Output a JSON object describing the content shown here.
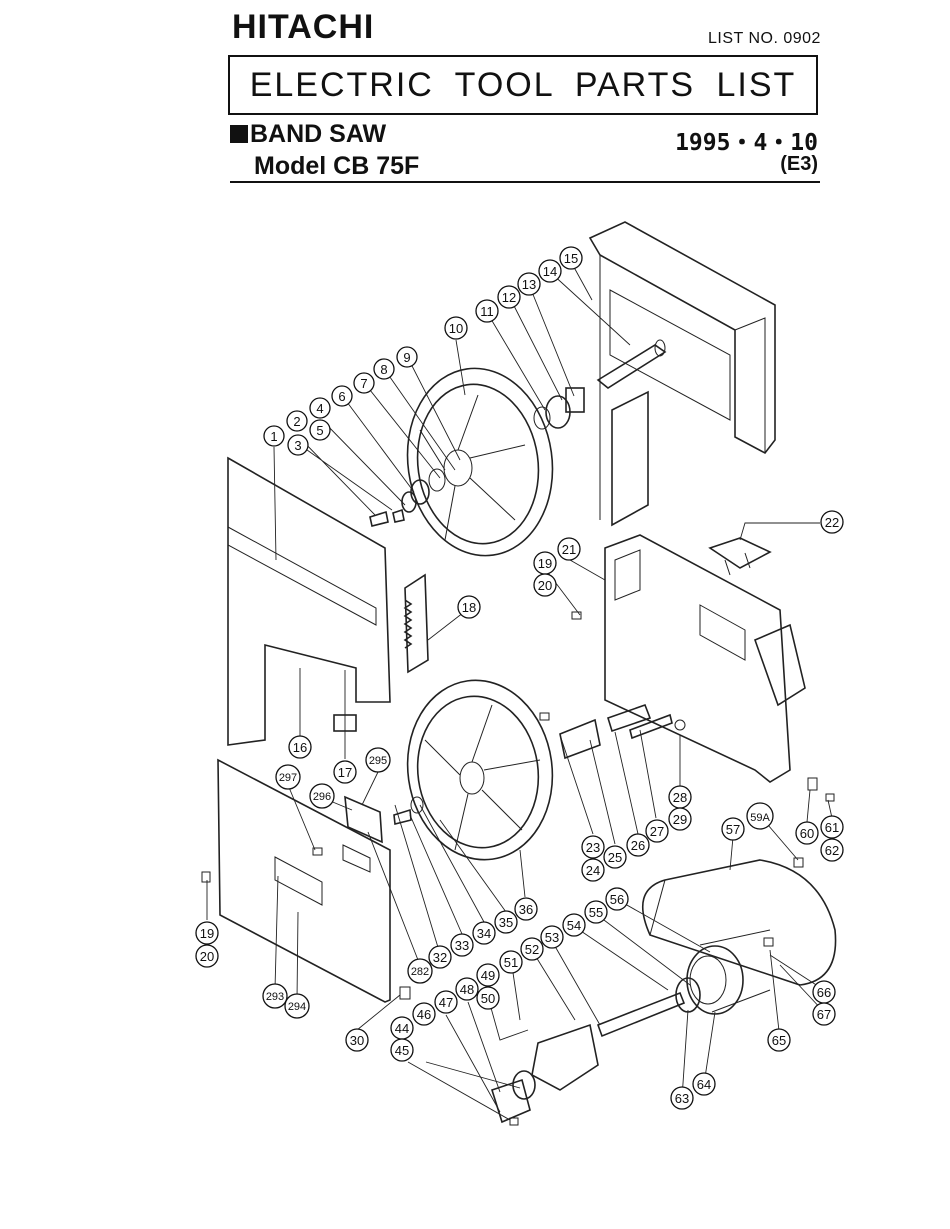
{
  "header": {
    "brand": "HITACHI",
    "list_no": "LIST NO. 0902",
    "title": "ELECTRIC TOOL PARTS LIST",
    "product": "BAND SAW",
    "model": "Model CB 75F",
    "date": "1995・4・10",
    "revision": "(E3)"
  },
  "callouts": [
    {
      "id": "c1",
      "label": "1"
    },
    {
      "id": "c2",
      "label": "2"
    },
    {
      "id": "c3",
      "label": "3"
    },
    {
      "id": "c4",
      "label": "4"
    },
    {
      "id": "c5",
      "label": "5"
    },
    {
      "id": "c6",
      "label": "6"
    },
    {
      "id": "c7",
      "label": "7"
    },
    {
      "id": "c8",
      "label": "8"
    },
    {
      "id": "c9",
      "label": "9"
    },
    {
      "id": "c10",
      "label": "10"
    },
    {
      "id": "c11",
      "label": "11"
    },
    {
      "id": "c12",
      "label": "12"
    },
    {
      "id": "c13",
      "label": "13"
    },
    {
      "id": "c14",
      "label": "14"
    },
    {
      "id": "c15",
      "label": "15"
    },
    {
      "id": "c16",
      "label": "16"
    },
    {
      "id": "c17",
      "label": "17"
    },
    {
      "id": "c18",
      "label": "18"
    },
    {
      "id": "c19a",
      "label": "19"
    },
    {
      "id": "c20a",
      "label": "20"
    },
    {
      "id": "c21",
      "label": "21"
    },
    {
      "id": "c22",
      "label": "22"
    },
    {
      "id": "c23",
      "label": "23"
    },
    {
      "id": "c24",
      "label": "24"
    },
    {
      "id": "c25",
      "label": "25"
    },
    {
      "id": "c26",
      "label": "26"
    },
    {
      "id": "c27",
      "label": "27"
    },
    {
      "id": "c28",
      "label": "28"
    },
    {
      "id": "c29",
      "label": "29"
    },
    {
      "id": "c30",
      "label": "30"
    },
    {
      "id": "c32",
      "label": "32"
    },
    {
      "id": "c33",
      "label": "33"
    },
    {
      "id": "c34",
      "label": "34"
    },
    {
      "id": "c35",
      "label": "35"
    },
    {
      "id": "c36",
      "label": "36"
    },
    {
      "id": "c19b",
      "label": "19"
    },
    {
      "id": "c20b",
      "label": "20"
    },
    {
      "id": "c44",
      "label": "44"
    },
    {
      "id": "c45",
      "label": "45"
    },
    {
      "id": "c46",
      "label": "46"
    },
    {
      "id": "c47",
      "label": "47"
    },
    {
      "id": "c48",
      "label": "48"
    },
    {
      "id": "c49",
      "label": "49"
    },
    {
      "id": "c50",
      "label": "50"
    },
    {
      "id": "c51",
      "label": "51"
    },
    {
      "id": "c52",
      "label": "52"
    },
    {
      "id": "c53",
      "label": "53"
    },
    {
      "id": "c54",
      "label": "54"
    },
    {
      "id": "c55",
      "label": "55"
    },
    {
      "id": "c56",
      "label": "56"
    },
    {
      "id": "c57",
      "label": "57"
    },
    {
      "id": "c59a",
      "label": "59A"
    },
    {
      "id": "c60",
      "label": "60"
    },
    {
      "id": "c61",
      "label": "61"
    },
    {
      "id": "c62",
      "label": "62"
    },
    {
      "id": "c63",
      "label": "63"
    },
    {
      "id": "c64",
      "label": "64"
    },
    {
      "id": "c65",
      "label": "65"
    },
    {
      "id": "c66",
      "label": "66"
    },
    {
      "id": "c67",
      "label": "67"
    },
    {
      "id": "c282",
      "label": "282"
    },
    {
      "id": "c293",
      "label": "293"
    },
    {
      "id": "c294",
      "label": "294"
    },
    {
      "id": "c295",
      "label": "295"
    },
    {
      "id": "c296",
      "label": "296"
    },
    {
      "id": "c297",
      "label": "297"
    }
  ]
}
